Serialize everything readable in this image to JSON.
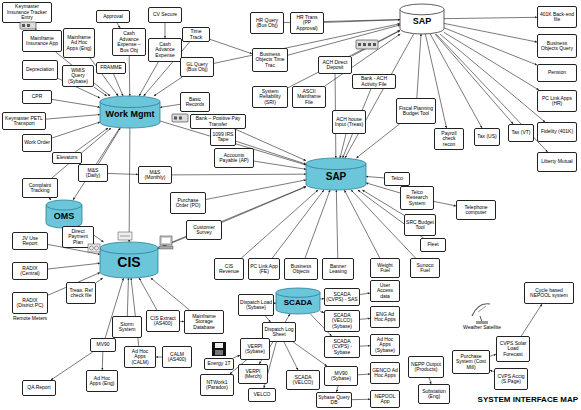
{
  "diagram": {
    "title": "SYSTEM INTERFACE MAP",
    "nodes": [
      {
        "text": [
          "Keymaster Insurance Tracker Entry"
        ]
      },
      {
        "text": [
          "Approval"
        ]
      },
      {
        "text": [
          "CV Secure"
        ]
      },
      {
        "text": [
          "Mainframe Insurance App"
        ]
      },
      {
        "text": [
          "Mainframe Ad Hoc Apps (Eng)"
        ]
      },
      {
        "text": [
          "Cash Advance Expense – Bus Obj"
        ]
      },
      {
        "text": [
          "Cash Advance Expense"
        ]
      },
      {
        "text": [
          "Time Track"
        ]
      },
      {
        "text": [
          "HR Query (Bus Obj)"
        ]
      },
      {
        "text": [
          "HR Trans (PP Approval)"
        ]
      },
      {
        "text": [
          "SAP"
        ]
      },
      {
        "text": [
          "401K Back-end file"
        ]
      },
      {
        "text": [
          "Depreciation"
        ]
      },
      {
        "text": [
          "WMIS Query (Sybase)"
        ]
      },
      {
        "text": [
          "FRAMME"
        ]
      },
      {
        "text": [
          "GL Query (Bus Obj)"
        ]
      },
      {
        "text": [
          "Business Objects Time Trac"
        ]
      },
      {
        "text": [
          "ACH Direct Deposit"
        ]
      },
      {
        "text": [
          "Business Objects Query"
        ]
      },
      {
        "text": [
          "Bank - ACH Activity File"
        ]
      },
      {
        "text": [
          "CPR"
        ]
      },
      {
        "text": [
          "Work Mgmt"
        ]
      },
      {
        "text": [
          "Basic Records"
        ]
      },
      {
        "text": [
          "System Reliability (SRI)"
        ]
      },
      {
        "text": [
          "ASCII Mainframe File"
        ]
      },
      {
        "text": [
          "ACH house Input (Treas)"
        ]
      },
      {
        "text": [
          "Fiscal Planning Budget Tool"
        ]
      },
      {
        "text": [
          "Pension"
        ]
      },
      {
        "text": [
          "PC Link Apps (HR)"
        ]
      },
      {
        "text": [
          "Keymaster PETL Transport"
        ]
      },
      {
        "text": [
          "Work Order"
        ]
      },
      {
        "text": [
          "Bank – Positive Pay Transfer"
        ]
      },
      {
        "text": [
          "1099 IRS Tape"
        ]
      },
      {
        "text": [
          "Payroll check recon"
        ]
      },
      {
        "text": [
          "Tax (US)"
        ]
      },
      {
        "text": [
          "Tax (VT)"
        ]
      },
      {
        "text": [
          "Fidelity (401K)"
        ]
      },
      {
        "text": [
          "Elevators"
        ]
      },
      {
        "text": [
          "Accounts Payable (AP)"
        ]
      },
      {
        "text": [
          "SAP"
        ]
      },
      {
        "text": [
          "Liberty Mutual"
        ]
      },
      {
        "text": [
          "Telco"
        ]
      },
      {
        "text": [
          "M&S (Daily)"
        ]
      },
      {
        "text": [
          "M&S (Monthly)"
        ]
      },
      {
        "text": [
          "Complaint Tracking"
        ]
      },
      {
        "text": [
          "Telco Research System"
        ]
      },
      {
        "text": [
          "Purchase Order (PO)"
        ]
      },
      {
        "text": [
          "Telephone computer"
        ]
      },
      {
        "text": [
          "OMS"
        ]
      },
      {
        "text": [
          "SRC Budget Tool"
        ]
      },
      {
        "text": [
          "Customer Survey"
        ]
      },
      {
        "text": [
          "JV Use Report"
        ]
      },
      {
        "text": [
          "Direct Payment Plan"
        ]
      },
      {
        "text": [
          "Fleet"
        ]
      },
      {
        "text": [
          "CIS"
        ]
      },
      {
        "text": [
          "CIS Revenue"
        ]
      },
      {
        "text": [
          "PC Link App (FE)"
        ]
      },
      {
        "text": [
          "Business Objects"
        ]
      },
      {
        "text": [
          "Banner Leasing"
        ]
      },
      {
        "text": [
          "Weight Fuel"
        ]
      },
      {
        "text": [
          "Sunoco Fuel"
        ]
      },
      {
        "text": [
          "RADIX (Central)"
        ]
      },
      {
        "text": [
          "Treas. Ref check file"
        ]
      },
      {
        "text": [
          "Cycle based NEPOOL system"
        ]
      },
      {
        "text": [
          "User Access data"
        ]
      },
      {
        "text": [
          "RADIX (District PC)"
        ]
      },
      {
        "text": [
          "Dispatch Load (Sybase)"
        ]
      },
      {
        "text": [
          "SCADA"
        ]
      },
      {
        "text": [
          "SCADA (CVPS) - SAS"
        ]
      },
      {
        "text": [
          "Storm System"
        ]
      },
      {
        "text": [
          "CIS Extract (AS400)"
        ]
      },
      {
        "text": [
          "Mainframe Storage Database"
        ]
      },
      {
        "text": [
          "Dispatch Log Sheet"
        ]
      },
      {
        "text": [
          "SCADA (VELCO) (Sybase)"
        ]
      },
      {
        "text": [
          "ENG Ad Hoc Apps"
        ]
      },
      {
        "text": [
          "MV90"
        ]
      },
      {
        "text": [
          "Ad Hoc Apps (CALM)"
        ]
      },
      {
        "text": [
          "CALM (AS400)"
        ]
      },
      {
        "text": [
          "Energy 1T"
        ]
      },
      {
        "text": [
          "VERPI (Sybase)"
        ]
      },
      {
        "text": [
          "SCADA (CVPS) - Sybase"
        ]
      },
      {
        "text": [
          "Ad Hoc Apps (Sybase)"
        ]
      },
      {
        "text": [
          "Purchase System (Cost Mill)"
        ]
      },
      {
        "text": [
          "CVPS Solar Load Forecast"
        ]
      },
      {
        "text": [
          "NEPP Output (Products)"
        ]
      },
      {
        "text": [
          "VERPI (Merch)"
        ]
      },
      {
        "text": [
          "GENCO Ad Hoc Apps"
        ]
      },
      {
        "text": [
          "QA Report"
        ]
      },
      {
        "text": [
          "Ad Hoc Apps (Eng)"
        ]
      },
      {
        "text": [
          "NTWork1 (Paradox)"
        ]
      },
      {
        "text": [
          "VELCO"
        ]
      },
      {
        "text": [
          "SCADA (VELCO)"
        ]
      },
      {
        "text": [
          "MV90 (Sybase)"
        ]
      },
      {
        "text": [
          "Substation (Eng)"
        ]
      },
      {
        "text": [
          "CVPS Acctg (S.Page)"
        ]
      },
      {
        "text": [
          "Sybase Query DB"
        ]
      },
      {
        "text": [
          "NEPOOL App"
        ]
      }
    ],
    "edges": [
      {
        "from": 3,
        "to": 21,
        "arrow": "to"
      },
      {
        "from": 4,
        "to": 21,
        "arrow": "to"
      },
      {
        "from": 12,
        "to": 21,
        "arrow": "to"
      },
      {
        "from": 20,
        "to": 21,
        "arrow": "to"
      },
      {
        "from": 29,
        "to": 21,
        "arrow": "to"
      },
      {
        "from": 30,
        "to": 21,
        "arrow": "to"
      },
      {
        "from": 37,
        "to": 21,
        "arrow": "to"
      },
      {
        "from": 44,
        "to": 21,
        "arrow": "to"
      },
      {
        "from": 13,
        "to": 21,
        "arrow": "to"
      },
      {
        "from": 14,
        "to": 21,
        "arrow": "to"
      },
      {
        "from": 5,
        "to": 21,
        "arrow": "to"
      },
      {
        "from": 6,
        "to": 21,
        "arrow": "to"
      },
      {
        "from": 15,
        "to": 21,
        "arrow": "to"
      },
      {
        "from": 22,
        "to": 21,
        "arrow": "to"
      },
      {
        "from": 42,
        "to": 21,
        "arrow": "to"
      },
      {
        "from": 7,
        "to": 21,
        "arrow": "to"
      },
      {
        "from": 21,
        "to": 39,
        "arrow": "to"
      },
      {
        "from": 21,
        "to": 54,
        "arrow": "to"
      },
      {
        "from": 21,
        "to": 48,
        "arrow": "to"
      },
      {
        "from": 0,
        "to": 3,
        "arrow": "to"
      },
      {
        "from": 1,
        "to": 5,
        "arrow": "to"
      },
      {
        "from": 2,
        "to": 6,
        "arrow": "to"
      },
      {
        "from": 6,
        "to": 7,
        "arrow": "to"
      },
      {
        "from": 7,
        "to": 16,
        "arrow": "to"
      },
      {
        "from": 8,
        "to": 10,
        "arrow": "to"
      },
      {
        "from": 9,
        "to": 10,
        "arrow": "to"
      },
      {
        "from": 16,
        "to": 10,
        "arrow": "to"
      },
      {
        "from": 17,
        "to": 10,
        "arrow": "to"
      },
      {
        "from": 23,
        "to": 10,
        "arrow": "to"
      },
      {
        "from": 24,
        "to": 10,
        "arrow": "to"
      },
      {
        "from": 15,
        "to": 10,
        "arrow": "to"
      },
      {
        "from": 26,
        "to": 10,
        "arrow": "to"
      },
      {
        "from": 10,
        "to": 11,
        "arrow": "to"
      },
      {
        "from": 10,
        "to": 18,
        "arrow": "to"
      },
      {
        "from": 10,
        "to": 27,
        "arrow": "to"
      },
      {
        "from": 10,
        "to": 28,
        "arrow": "to"
      },
      {
        "from": 10,
        "to": 36,
        "arrow": "to"
      },
      {
        "from": 10,
        "to": 40,
        "arrow": "to"
      },
      {
        "from": 10,
        "to": 33,
        "arrow": "to"
      },
      {
        "from": 10,
        "to": 34,
        "arrow": "to"
      },
      {
        "from": 10,
        "to": 35,
        "arrow": "to"
      },
      {
        "from": 10,
        "to": 39,
        "arrow": "to"
      },
      {
        "from": 38,
        "to": 39,
        "arrow": "to"
      },
      {
        "from": 31,
        "to": 39,
        "arrow": "to"
      },
      {
        "from": 32,
        "to": 39,
        "arrow": "to"
      },
      {
        "from": 25,
        "to": 39,
        "arrow": "to"
      },
      {
        "from": 26,
        "to": 39,
        "arrow": "to"
      },
      {
        "from": 41,
        "to": 39,
        "arrow": "to"
      },
      {
        "from": 45,
        "to": 39,
        "arrow": "to"
      },
      {
        "from": 49,
        "to": 39,
        "arrow": "to"
      },
      {
        "from": 53,
        "to": 39,
        "arrow": "to"
      },
      {
        "from": 55,
        "to": 39,
        "arrow": "to"
      },
      {
        "from": 56,
        "to": 39,
        "arrow": "to"
      },
      {
        "from": 57,
        "to": 39,
        "arrow": "to"
      },
      {
        "from": 58,
        "to": 39,
        "arrow": "to"
      },
      {
        "from": 59,
        "to": 39,
        "arrow": "to"
      },
      {
        "from": 60,
        "to": 39,
        "arrow": "to"
      },
      {
        "from": 46,
        "to": 39,
        "arrow": "to"
      },
      {
        "from": 43,
        "to": 39,
        "arrow": "to"
      },
      {
        "from": 50,
        "to": 39,
        "arrow": "to"
      },
      {
        "from": 19,
        "to": 39,
        "arrow": "to"
      },
      {
        "from": 17,
        "to": 39,
        "arrow": "to"
      },
      {
        "from": 54,
        "to": 39,
        "arrow": "to"
      },
      {
        "from": 41,
        "to": 45,
        "arrow": "to"
      },
      {
        "from": 45,
        "to": 47,
        "arrow": "to"
      },
      {
        "from": 42,
        "to": 43,
        "arrow": "to"
      },
      {
        "from": 51,
        "to": 54,
        "arrow": "to"
      },
      {
        "from": 52,
        "to": 54,
        "arrow": "to"
      },
      {
        "from": 61,
        "to": 54,
        "arrow": "to"
      },
      {
        "from": 65,
        "to": 54,
        "arrow": "to"
      },
      {
        "from": 62,
        "to": 54,
        "arrow": "to"
      },
      {
        "from": 69,
        "to": 54,
        "arrow": "to"
      },
      {
        "from": 70,
        "to": 54,
        "arrow": "to"
      },
      {
        "from": 71,
        "to": 54,
        "arrow": "to"
      },
      {
        "from": 50,
        "to": 54,
        "arrow": "to"
      },
      {
        "from": 75,
        "to": 54,
        "arrow": "to"
      },
      {
        "from": 44,
        "to": 48,
        "arrow": "to"
      },
      {
        "from": 48,
        "to": 54,
        "arrow": "to"
      },
      {
        "from": 76,
        "to": 54,
        "arrow": "to"
      },
      {
        "from": 77,
        "to": 76,
        "arrow": "to"
      },
      {
        "from": 70,
        "to": 71,
        "arrow": "to"
      },
      {
        "from": 75,
        "to": 87,
        "arrow": "to"
      },
      {
        "from": 75,
        "to": 88,
        "arrow": "to"
      },
      {
        "from": 66,
        "to": 67,
        "arrow": "to"
      },
      {
        "from": 67,
        "to": 68,
        "arrow": "to"
      },
      {
        "from": 67,
        "to": 73,
        "arrow": "to"
      },
      {
        "from": 67,
        "to": 80,
        "arrow": "to"
      },
      {
        "from": 72,
        "to": 67,
        "arrow": "to"
      },
      {
        "from": 66,
        "to": 72,
        "arrow": "to"
      },
      {
        "from": 72,
        "to": 79,
        "arrow": "to"
      },
      {
        "from": 72,
        "to": 85,
        "arrow": "to"
      },
      {
        "from": 72,
        "to": 89,
        "arrow": "to"
      },
      {
        "from": 72,
        "to": 90,
        "arrow": "to"
      },
      {
        "from": 72,
        "to": 91,
        "arrow": "to"
      },
      {
        "from": 72,
        "to": 92,
        "arrow": "to"
      },
      {
        "from": 68,
        "to": 64,
        "arrow": "to"
      },
      {
        "from": 73,
        "to": 74,
        "arrow": "to"
      },
      {
        "from": 80,
        "to": 81,
        "arrow": "to"
      },
      {
        "from": 92,
        "to": 86,
        "arrow": "to"
      },
      {
        "from": 92,
        "to": 95,
        "arrow": "to"
      },
      {
        "from": 95,
        "to": 96,
        "arrow": "to"
      },
      {
        "from": 84,
        "to": 93,
        "arrow": "to"
      },
      {
        "from": 82,
        "to": 83,
        "arrow": "to"
      },
      {
        "from": 83,
        "to": 63,
        "arrow": "to"
      },
      {
        "from": 94,
        "to": 82,
        "arrow": "to"
      },
      {
        "from": 78,
        "to": 79,
        "arrow": "to"
      }
    ],
    "labels": [
      "Weather Satellite",
      "Remote Meters"
    ]
  }
}
